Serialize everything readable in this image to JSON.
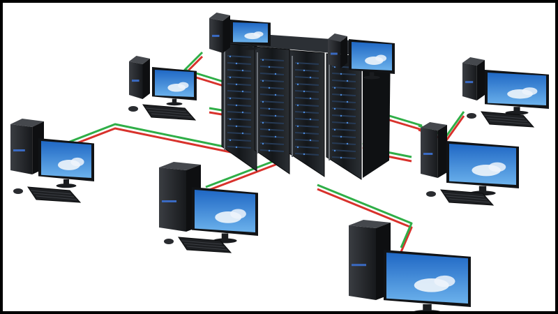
{
  "scene": {
    "subject": "server-rack-network",
    "workstation_count": 8,
    "server_cabinets": 4
  },
  "colors": {
    "background": "#ffffff",
    "frame": "#000000",
    "cable_red": "#d8322c",
    "cable_green": "#2fae47",
    "server_body": "#1b1e22",
    "pc_body": "#202226",
    "screen_sky": "#2e7fd6",
    "cloud": "#eef5fb"
  },
  "icons": [
    "server-rack-icon",
    "desktop-pc-icon",
    "monitor-icon",
    "keyboard-icon",
    "mouse-icon",
    "network-cable-icon"
  ]
}
